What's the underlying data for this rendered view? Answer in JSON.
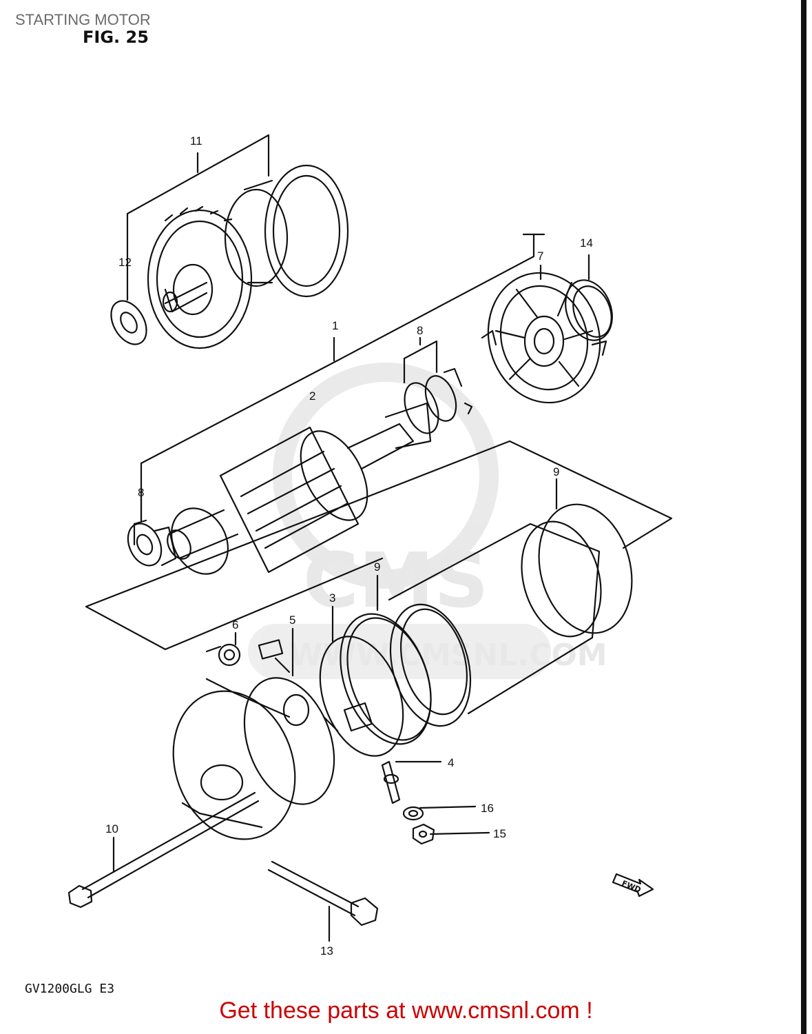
{
  "header": {
    "title": "STARTING MOTOR",
    "figure": "FIG. 25"
  },
  "callouts": [
    {
      "id": "c1",
      "text": "1"
    },
    {
      "id": "c2",
      "text": "2"
    },
    {
      "id": "c3",
      "text": "3"
    },
    {
      "id": "c4",
      "text": "4"
    },
    {
      "id": "c5",
      "text": "5"
    },
    {
      "id": "c6",
      "text": "6"
    },
    {
      "id": "c7",
      "text": "7"
    },
    {
      "id": "c8a",
      "text": "8"
    },
    {
      "id": "c8b",
      "text": "8"
    },
    {
      "id": "c9a",
      "text": "9"
    },
    {
      "id": "c9b",
      "text": "9"
    },
    {
      "id": "c10",
      "text": "10"
    },
    {
      "id": "c11",
      "text": "11"
    },
    {
      "id": "c12",
      "text": "12"
    },
    {
      "id": "c13",
      "text": "13"
    },
    {
      "id": "c14",
      "text": "14"
    },
    {
      "id": "c15",
      "text": "15"
    },
    {
      "id": "c16",
      "text": "16"
    }
  ],
  "fwd_marker": "FWD",
  "watermark": {
    "text": "CMS",
    "domain": "WWW.CMSNL.COM"
  },
  "model_code": "GV1200GLG E3",
  "footer": {
    "link_text": "Get these parts at www.cmsnl.com !"
  },
  "colors": {
    "line": "#111111",
    "footer": "#cc0000",
    "title": "#6a6a6a",
    "watermark": "#e4e4e4"
  }
}
